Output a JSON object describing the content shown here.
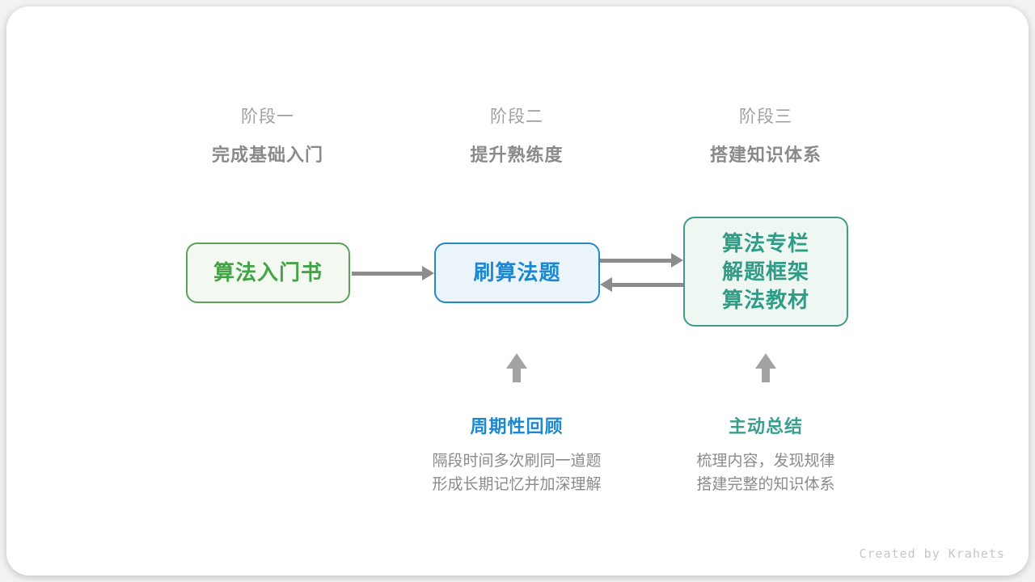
{
  "stages": [
    {
      "label": "阶段一",
      "subtitle": "完成基础入门"
    },
    {
      "label": "阶段二",
      "subtitle": "提升熟练度"
    },
    {
      "label": "阶段三",
      "subtitle": "搭建知识体系"
    }
  ],
  "boxes": [
    {
      "lines": [
        "算法入门书"
      ],
      "border_color": "#5ba258",
      "bg_color": "#f3f8f0",
      "text_color": "#43a447"
    },
    {
      "lines": [
        "刷算法题"
      ],
      "border_color": "#2389cf",
      "bg_color": "#ebf4fb",
      "text_color": "#1d88d2"
    },
    {
      "lines": [
        "算法专栏",
        "解题框架",
        "算法教材"
      ],
      "border_color": "#3f9b8b",
      "bg_color": "#eff7f3",
      "text_color": "#2f9c86"
    }
  ],
  "annotations": [
    {
      "title": "周期性回顾",
      "title_color": "#1d88d2",
      "desc": [
        "隔段时间多次刷同一道题",
        "形成长期记忆并加深理解"
      ]
    },
    {
      "title": "主动总结",
      "title_color": "#3a9e8c",
      "desc": [
        "梳理内容，发现规律",
        "搭建完整的知识体系"
      ]
    }
  ],
  "credit": "Created by Krahets",
  "colors": {
    "flow_arrow": "#8c8c8c",
    "up_arrow": "#a3a3a3",
    "stage_label": "#a0a0a0",
    "stage_subtitle": "#8a8a8a",
    "desc_text": "#8b8b8b",
    "credit": "#c6c6c6",
    "card_bg": "#ffffff"
  }
}
